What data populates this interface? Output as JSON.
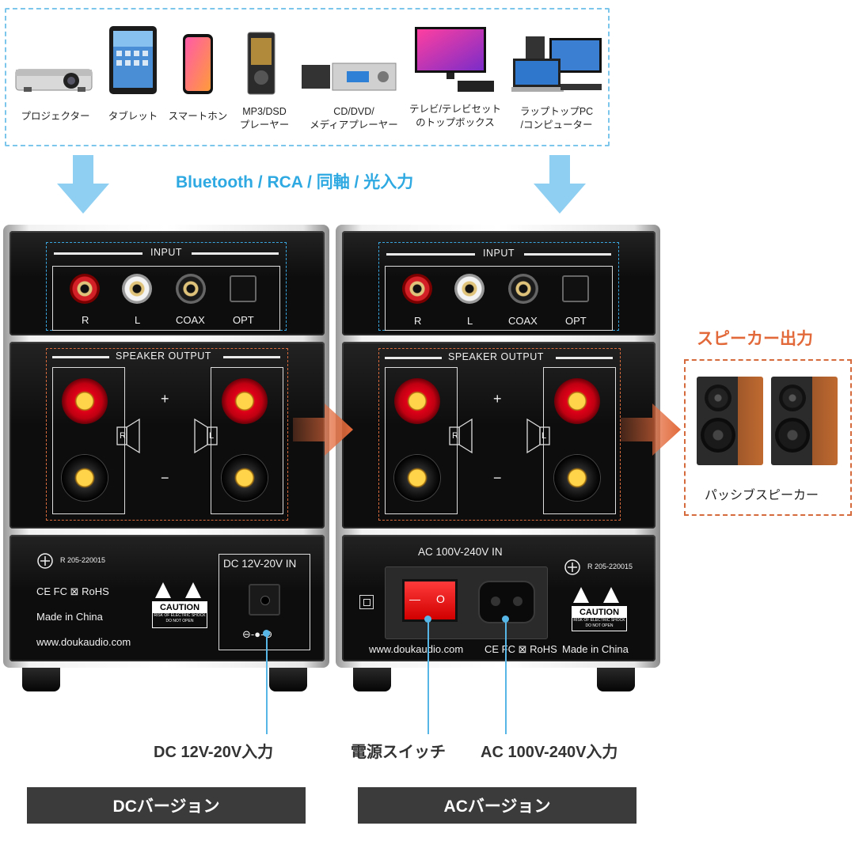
{
  "devices": [
    {
      "name": "projector",
      "label": "プロジェクター"
    },
    {
      "name": "tablet",
      "label": "タブレット"
    },
    {
      "name": "smartphone",
      "label": "スマートホン"
    },
    {
      "name": "mp3-player",
      "label": "MP3/DSD\nプレーヤー"
    },
    {
      "name": "cd-player",
      "label": "CD/DVD/\nメディアプレーヤー"
    },
    {
      "name": "tv",
      "label": "テレビ/テレビセット\nのトップボックス"
    },
    {
      "name": "laptop",
      "label": "ラップトップPC\n/コンピューター"
    }
  ],
  "input_headline": "Bluetooth / RCA / 同軸 / 光入力",
  "speaker_output_headline": "スピーカー出力",
  "passive_speaker_label": "パッシブスピーカー",
  "amp": {
    "input_title": "INPUT",
    "jacks": {
      "r": "R",
      "l": "L",
      "coax": "COAX",
      "opt": "OPT"
    },
    "speaker_title": "SPEAKER OUTPUT",
    "plus": "+",
    "minus": "−",
    "ch_r": "R",
    "ch_l": "L"
  },
  "dc_back": {
    "cert": "R 205-220015",
    "marks": "CE FC ⊠ RoHS",
    "made_in": "Made in China",
    "website": "www.doukaudio.com",
    "caution": "CAUTION",
    "caution_small": "RISK OF ELECTRIC SHOCK\nDO NOT OPEN",
    "dc_in": "DC 12V-20V IN",
    "polarity": "⊖-●-⊕"
  },
  "ac_back": {
    "ac_in": "AC 100V-240V IN",
    "switch_off": "O",
    "switch_on": "—",
    "cert": "R 205-220015",
    "website": "www.doukaudio.com",
    "marks": "CE FC ⊠ RoHS",
    "made_in": "Made in China",
    "caution": "CAUTION",
    "caution_small": "RISK OF ELECTRIC SHOCK\nDO NOT OPEN"
  },
  "callouts": {
    "dc_input": "DC 12V-20V入力",
    "power_switch": "電源スイッチ",
    "ac_input": "AC 100V-240V入力"
  },
  "versions": {
    "dc": "DCバージョン",
    "ac": "ACバージョン"
  },
  "colors": {
    "accent_blue": "#2fa9e1",
    "accent_orange": "#e2693a",
    "version_bar": "#3b3b3b"
  }
}
